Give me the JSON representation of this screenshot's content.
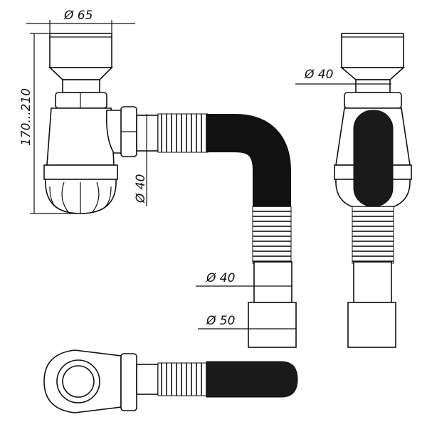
{
  "drawing": {
    "dimensions": {
      "top_diameter": "Ø 65",
      "height_range": "170...210",
      "outlet_diameter": "Ø 40",
      "side_inlet_diameter": "Ø 40",
      "pipe_diameter_small": "Ø 40",
      "pipe_diameter_large": "Ø 50"
    },
    "colors": {
      "line": "#111111",
      "hose": "#1a1a1a",
      "background": "#ffffff"
    }
  }
}
